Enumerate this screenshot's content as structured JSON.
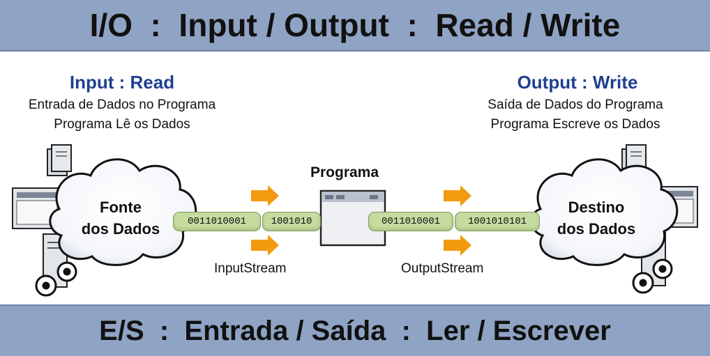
{
  "title": "I/O  :  Input / Output  :  Read / Write",
  "footer": "E/S  :  Entrada / Saída  :  Ler / Escrever",
  "input": {
    "heading": "Input : Read",
    "line1": "Entrada de Dados no Programa",
    "line2": "Programa Lê os Dados"
  },
  "output": {
    "heading": "Output : Write",
    "line1": "Saída de Dados do Programa",
    "line2": "Programa Escreve os Dados"
  },
  "source": {
    "line1": "Fonte",
    "line2": "dos Dados"
  },
  "destination": {
    "line1": "Destino",
    "line2": "dos Dados"
  },
  "program": "Programa",
  "streams": {
    "input_label": "InputStream",
    "output_label": "OutputStream",
    "input_bits_1": "0011010001",
    "input_bits_2": "1001010",
    "output_bits_1": "0011010001",
    "output_bits_2": "1001010101"
  },
  "colors": {
    "banner": "#8fa3c4",
    "heading": "#1f3f8f",
    "arrow": "#f39a10",
    "stream_pill": "#c6dba0"
  }
}
